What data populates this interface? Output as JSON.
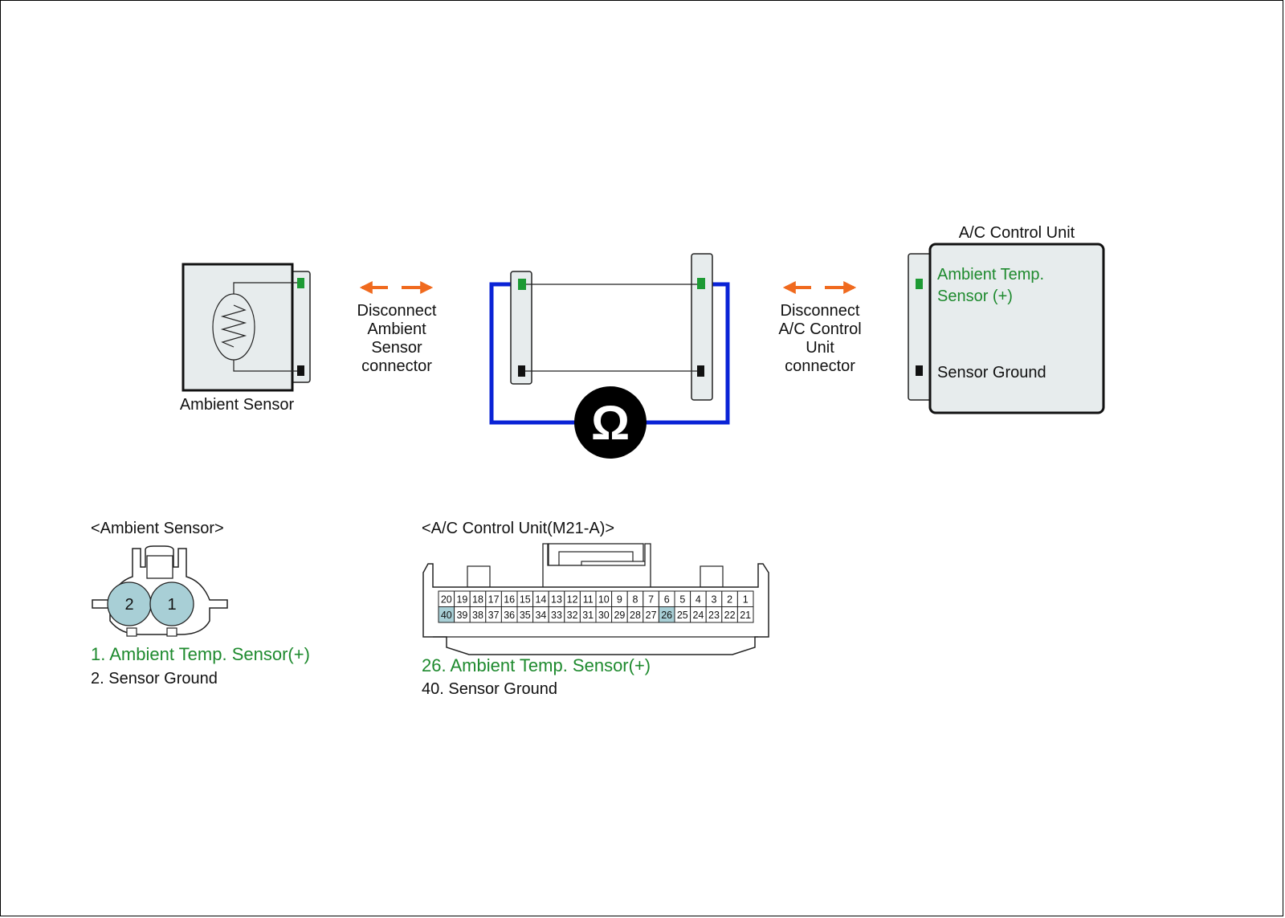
{
  "colors": {
    "green": "#1e8a2e",
    "black": "#111111",
    "wire_blue": "#0a23d6",
    "arrow_orange": "#f06a1e",
    "box_fill": "#e7eced",
    "pin_highlight": "#a8cfd6",
    "pin_cell": "#ffffff",
    "terminal_green": "#1d9a34"
  },
  "icons": {
    "meter": "ohmmeter-icon",
    "arrows": "double-arrow-icon",
    "resistor": "thermistor-resistor-icon"
  },
  "top": {
    "ambient_sensor_label": "Ambient Sensor",
    "disconnect_left": [
      "Disconnect",
      "Ambient",
      "Sensor",
      "connector"
    ],
    "disconnect_right": [
      "Disconnect",
      "A/C Control",
      "Unit",
      "connector"
    ],
    "ac_unit_title": "A/C Control Unit",
    "ac_pin1_label": [
      "Ambient Temp.",
      "Sensor (+)"
    ],
    "ac_pin2_label": "Sensor Ground",
    "meter_symbol": "Ω"
  },
  "bottom_left": {
    "title": "<Ambient Sensor>",
    "pin_numbers": [
      "2",
      "1"
    ],
    "pin1_desc": "1. Ambient Temp. Sensor(+)",
    "pin2_desc": "2. Sensor Ground"
  },
  "bottom_right": {
    "title": "<A/C Control Unit(M21-A)>",
    "row1": [
      "20",
      "19",
      "18",
      "17",
      "16",
      "15",
      "14",
      "13",
      "12",
      "11",
      "10",
      "9",
      "8",
      "7",
      "6",
      "5",
      "4",
      "3",
      "2",
      "1"
    ],
    "row2": [
      "40",
      "39",
      "38",
      "37",
      "36",
      "35",
      "34",
      "33",
      "32",
      "31",
      "30",
      "29",
      "28",
      "27",
      "26",
      "25",
      "24",
      "23",
      "22",
      "21"
    ],
    "highlighted_pins": [
      "40",
      "26"
    ],
    "pin26_desc": "26. Ambient Temp. Sensor(+)",
    "pin40_desc": "40. Sensor Ground"
  }
}
